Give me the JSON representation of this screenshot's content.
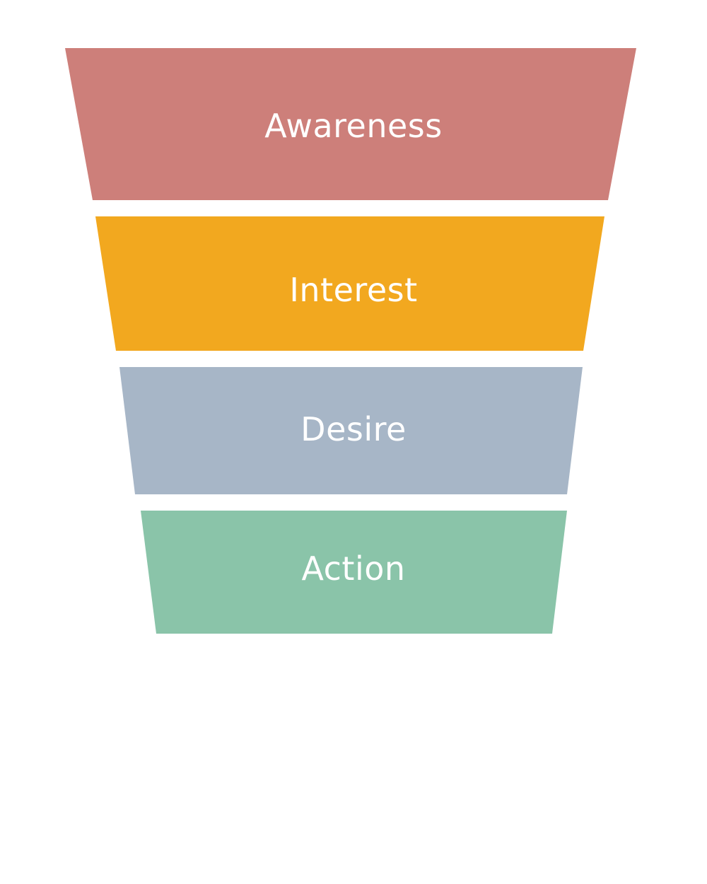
{
  "funnel": {
    "stages": [
      {
        "label": "Awareness",
        "color": "#CD7F7A"
      },
      {
        "label": "Interest",
        "color": "#F2A81F"
      },
      {
        "label": "Desire",
        "color": "#A7B6C7"
      },
      {
        "label": "Action",
        "color": "#8AC4A9"
      }
    ]
  }
}
